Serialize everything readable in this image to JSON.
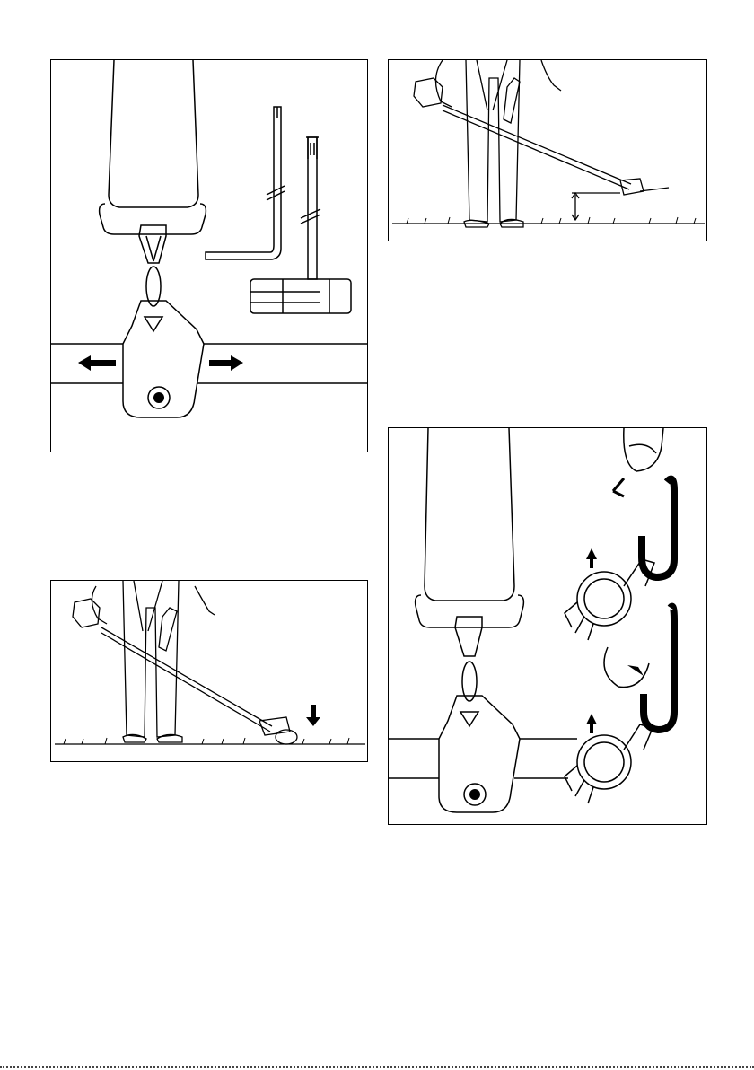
{
  "page": {
    "figures": [
      {
        "id": "fig-tl",
        "name": "harness-hook-and-tools-illustration"
      },
      {
        "id": "fig-tr",
        "name": "operator-cutting-height-illustration"
      },
      {
        "id": "fig-bl",
        "name": "operator-bump-head-illustration"
      },
      {
        "id": "fig-br",
        "name": "harness-quick-release-illustration"
      }
    ]
  }
}
